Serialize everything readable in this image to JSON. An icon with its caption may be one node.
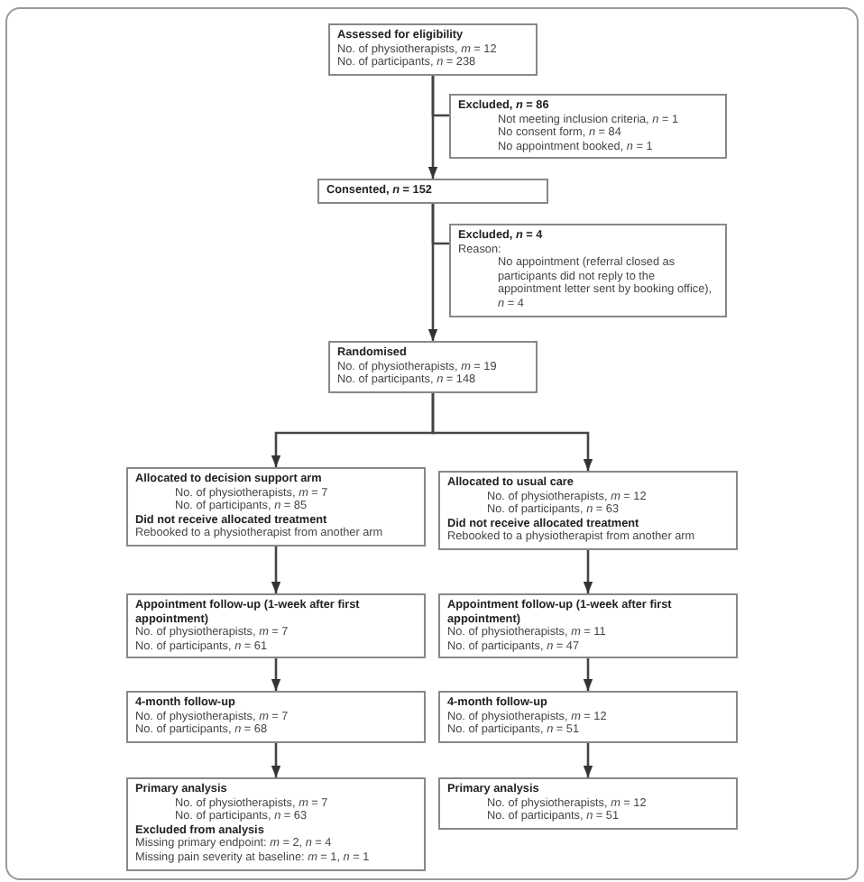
{
  "diagram": {
    "nodes": [
      {
        "text": [
          "Assessed for eligibility",
          "No. of physiotherapists, *m* = 12",
          "No. of participants, *n* = 238"
        ]
      },
      {
        "text": [
          "Excluded, *n* = 86",
          "Not meeting inclusion criteria, *n* = 1",
          "No consent form, *n* = 84",
          "No appointment booked, *n* = 1"
        ]
      },
      {
        "text": [
          "Consented, *n* = 152"
        ]
      },
      {
        "text": [
          "Excluded, *n* = 4",
          "Reason:",
          "No appointment (referral closed as participants did not reply to the appointment letter sent by booking office), *n* = 4"
        ]
      },
      {
        "text": [
          "Randomised",
          "No. of physiotherapists, *m* = 19",
          "No. of participants, *n* = 148"
        ]
      },
      {
        "text": [
          "Allocated to decision support arm",
          "No. of physiotherapists, *m* = 7",
          "No. of participants, *n* = 85",
          "Did not receive allocated treatment",
          "Rebooked to a physiotherapist from another arm"
        ]
      },
      {
        "text": [
          "Allocated to usual care",
          "No. of physiotherapists, *m* = 12",
          "No. of participants, *n* = 63",
          "Did not receive allocated treatment",
          "Rebooked to a physiotherapist from another arm"
        ]
      },
      {
        "text": [
          "Appointment follow-up (1-week after first appointment)",
          "No. of physiotherapists, *m* = 7",
          "No. of participants, *n* = 61"
        ]
      },
      {
        "text": [
          "Appointment follow-up (1-week after first appointment)",
          "No. of physiotherapists, *m* = 11",
          "No. of participants, *n* = 47"
        ]
      },
      {
        "text": [
          "4-month follow-up",
          "No. of physiotherapists, *m* = 7",
          "No. of participants, *n* = 68"
        ]
      },
      {
        "text": [
          "4-month follow-up",
          "No. of physiotherapists, *m* = 12",
          "No. of participants, *n* = 51"
        ]
      },
      {
        "text": [
          "Primary analysis",
          "No. of physiotherapists, *m* = 7",
          "No. of participants, *n* = 63",
          "Excluded from analysis",
          "Missing primary endpoint: *m* = 2, *n* = 4",
          "Missing pain severity at baseline: *m* = 1, *n* = 1"
        ]
      },
      {
        "text": [
          "Primary analysis",
          "No. of physiotherapists, *m* = 12",
          "No. of participants, *n* = 51"
        ]
      }
    ],
    "edges": [
      {
        "from": 0,
        "to": 2,
        "arrow": "to"
      },
      {
        "from": 0,
        "to": 1,
        "arrow": "to"
      },
      {
        "from": 2,
        "to": 4,
        "arrow": "to"
      },
      {
        "from": 2,
        "to": 3,
        "arrow": "to"
      },
      {
        "from": 4,
        "to": 5,
        "arrow": "to"
      },
      {
        "from": 4,
        "to": 6,
        "arrow": "to"
      },
      {
        "from": 5,
        "to": 7,
        "arrow": "to"
      },
      {
        "from": 6,
        "to": 8,
        "arrow": "to"
      },
      {
        "from": 7,
        "to": 9,
        "arrow": "to"
      },
      {
        "from": 8,
        "to": 10,
        "arrow": "to"
      },
      {
        "from": 9,
        "to": 11,
        "arrow": "to"
      },
      {
        "from": 10,
        "to": 12,
        "arrow": "to"
      }
    ]
  }
}
